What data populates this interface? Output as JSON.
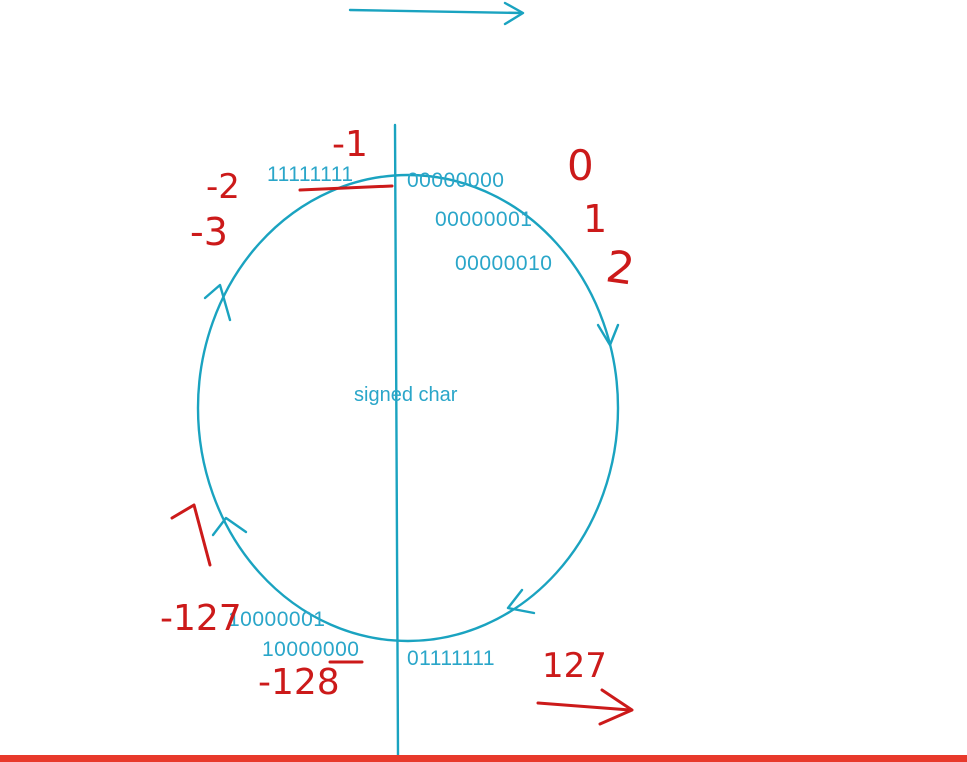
{
  "diagram": {
    "center_label": "signed char",
    "binary_labels": {
      "top_left": "11111111",
      "top_right": "00000000",
      "right_1": "00000001",
      "right_2": "00000010",
      "bottom_left_1": "10000001",
      "bottom_left_2": "10000000",
      "bottom_right": "01111111"
    },
    "handwritten_notes": {
      "zero": "0",
      "one": "1",
      "two": "2",
      "minus_one": "-1",
      "minus_two": "-2",
      "minus_three": "-3",
      "one_twenty_seven": "127",
      "minus_one_twenty_seven": "-127",
      "minus_one_twenty_eight": "-128"
    },
    "colors": {
      "teal": "#1aa3c0",
      "red": "#cc1a1a",
      "bottom_bar": "#e8392b"
    }
  }
}
